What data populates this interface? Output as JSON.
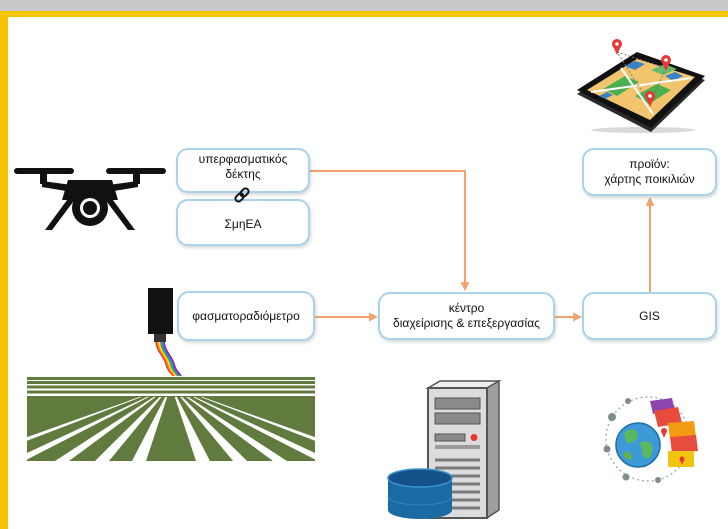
{
  "nodes": {
    "hyperspectral_sensor": {
      "line1": "υπερφασματικός",
      "line2": "δέκτης"
    },
    "uav": {
      "label": "ΣμηΕΑ"
    },
    "spectroradiometer": {
      "label": "φασματοραδιόμετρο"
    },
    "processing_center": {
      "line1": "κέντρο",
      "line2": "διαχείρισης & επεξεργασίας"
    },
    "gis": {
      "label": "GIS"
    },
    "product": {
      "line1": "προϊόν:",
      "line2": "χάρτης ποικιλιών"
    }
  },
  "icons": {
    "drone": "drone-icon",
    "link": "link-icon",
    "spectroradiometer": "spectroradiometer-icon",
    "field": "crop-field-icon",
    "server": "server-icon",
    "database": "database-icon",
    "globe": "globe-map-icon",
    "map": "map-tablet-icon"
  },
  "colors": {
    "frame": "#f5c400",
    "top_band": "#c8c8c8",
    "node_border": "#a9d3e8",
    "arrow": "#f2a46e",
    "field_green": "#617a3e",
    "database_blue": "#1c6aa3"
  }
}
